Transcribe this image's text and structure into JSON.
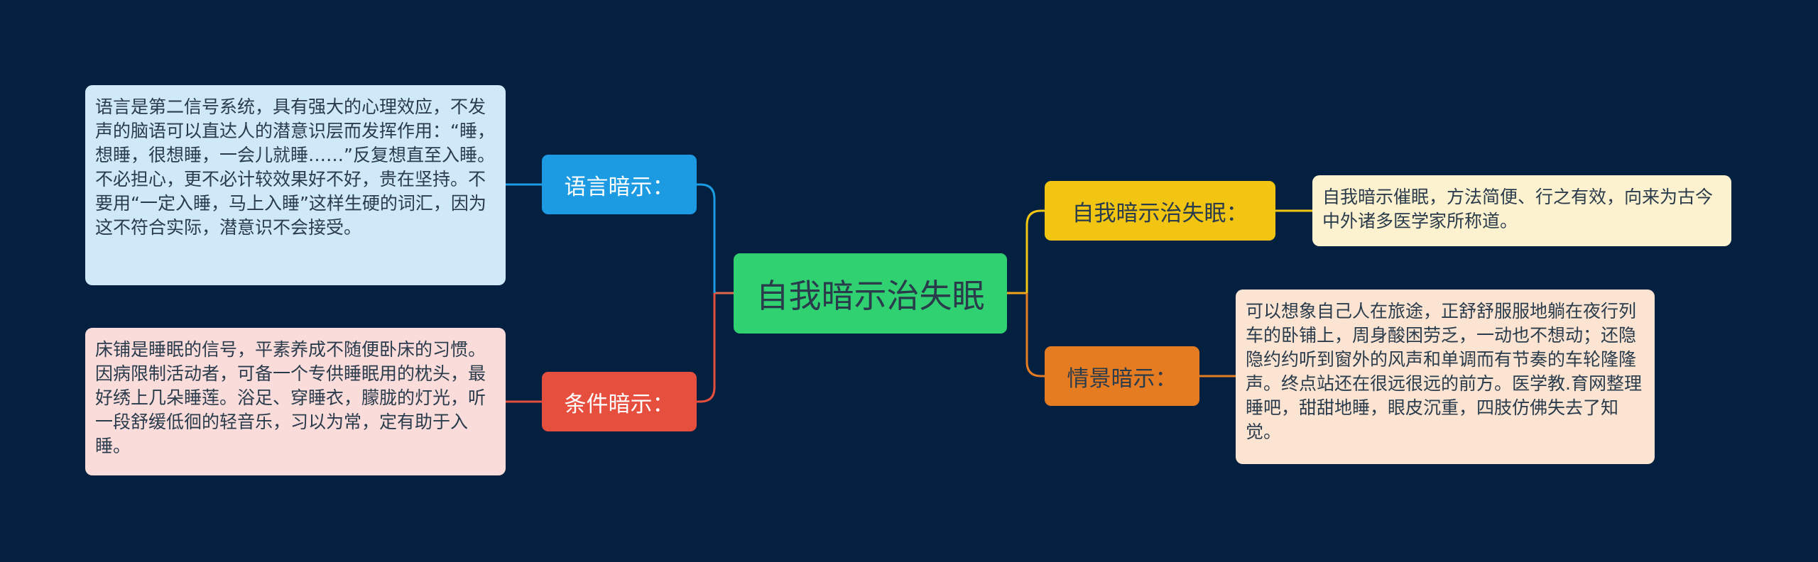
{
  "root": {
    "label": "自我暗示治失眠"
  },
  "branches": {
    "language": {
      "label": "语言暗示：",
      "text": "语言是第二信号系统，具有强大的心理效应，不发声的脑语可以直达人的潜意识层而发挥作用：“睡，想睡，很想睡，一会儿就睡……”反复想直至入睡。不必担心，更不必计较效果好不好，贵在坚持。不要用“一定入睡，马上入睡”这样生硬的词汇，因为这不符合实际，潜意识不会接受。",
      "color": "#1d9be2"
    },
    "condition": {
      "label": "条件暗示：",
      "text": "床铺是睡眠的信号，平素养成不随便卧床的习惯。因病限制活动者，可备一个专供睡眠用的枕头，最好绣上几朵睡莲。浴足、穿睡衣，朦胧的灯光，听一段舒缓低徊的轻音乐，习以为常，定有助于入睡。",
      "color": "#e64e3e"
    },
    "self": {
      "label": "自我暗示治失眠：",
      "text": "自我暗示催眠，方法简便、行之有效，向来为古今中外诸多医学家所称道。",
      "color": "#f1c511"
    },
    "scene": {
      "label": "情景暗示：",
      "text": "可以想象自己人在旅途，正舒舒服服地躺在夜行列车的卧铺上，周身酸困劳乏，一动也不想动；还隐隐约约听到窗外的风声和单调而有节奏的车轮隆隆声。终点站还在很远很远的前方。医学教.育网整理睡吧，甜甜地睡，眼皮沉重，四肢仿佛失去了知觉。",
      "color": "#e67c22"
    }
  },
  "colors": {
    "background": "#032040",
    "root": "#2fd171"
  }
}
